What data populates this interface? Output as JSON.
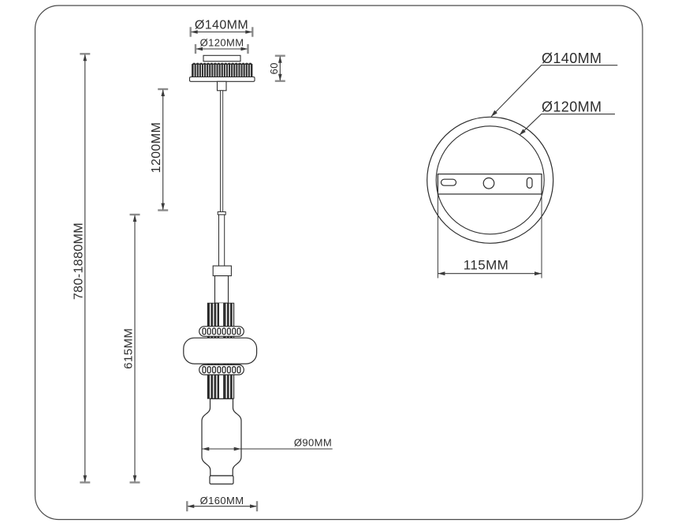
{
  "page": {
    "background": "#ffffff",
    "border_color": "#4a4a4a"
  },
  "colors": {
    "line": "#3b3b3b",
    "text": "#2d2d2d",
    "tick": "#8c8c8c",
    "rib_dark": "#2f2f2f"
  },
  "elevation_view": {
    "dim_canopy_outer_diameter": "Ø140MM",
    "dim_canopy_inner_diameter": "Ø120MM",
    "dim_canopy_height": "60",
    "dim_cable_length": "1200MM",
    "dim_overall_height": "780-1880MM",
    "dim_fixture_height": "615MM",
    "dim_glass_diameter": "Ø90MM",
    "dim_body_diameter": "Ø160MM"
  },
  "top_view": {
    "dim_outer_diameter": "Ø140MM",
    "dim_inner_diameter": "Ø120MM",
    "dim_mounting_plate_width": "115MM"
  }
}
